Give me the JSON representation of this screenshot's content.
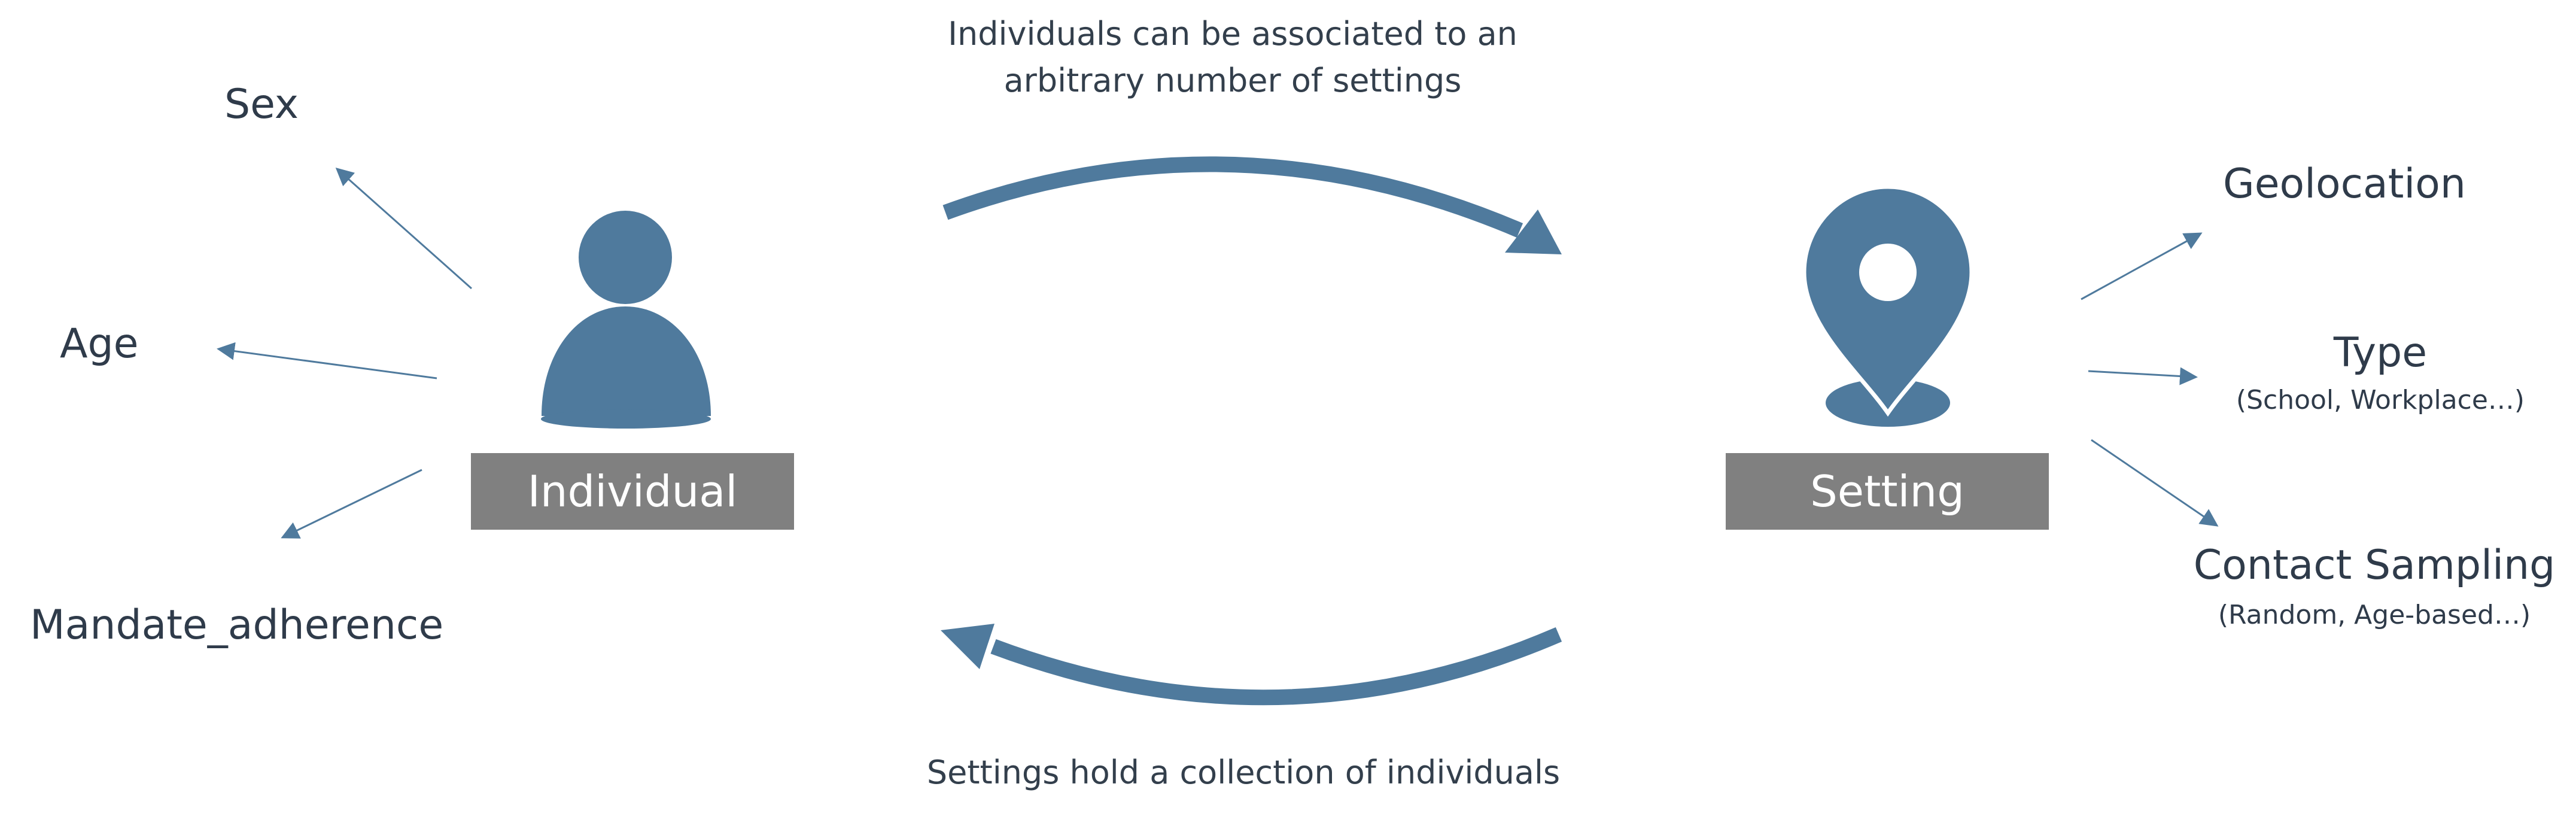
{
  "colors": {
    "accent": "#4f7a9d",
    "label_box": "#808080",
    "text": "#2f3b4a"
  },
  "captions": {
    "top": "Individuals can be associated to an arbitrary number of settings",
    "bottom": "Settings hold a collection of individuals"
  },
  "individual": {
    "label": "Individual",
    "icon": "person-icon",
    "attributes": [
      "Sex",
      "Age",
      "Mandate_adherence"
    ]
  },
  "setting": {
    "label": "Setting",
    "icon": "location-pin-icon",
    "attributes": [
      {
        "name": "Geolocation",
        "detail": ""
      },
      {
        "name": "Type",
        "detail": "(School, Workplace…)"
      },
      {
        "name": "Contact Sampling",
        "detail": "(Random, Age-based…)"
      }
    ]
  }
}
